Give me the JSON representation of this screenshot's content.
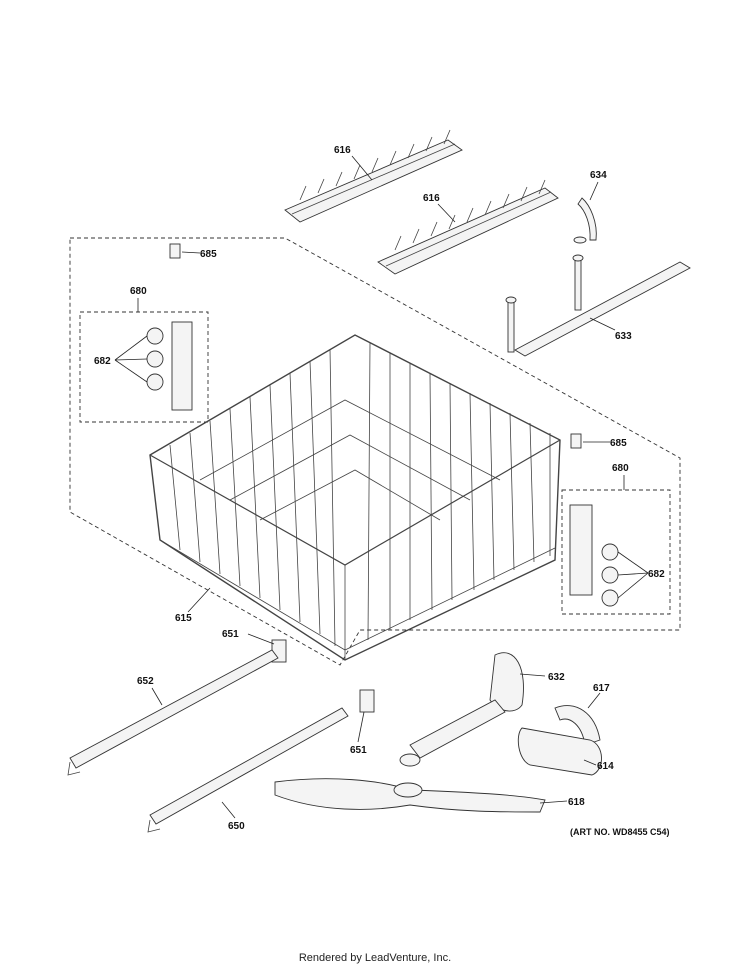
{
  "diagram": {
    "labels": {
      "p616a": "616",
      "p616b": "616",
      "p634": "634",
      "p633": "633",
      "p685a": "685",
      "p680a": "680",
      "p682a": "682",
      "p685b": "685",
      "p680b": "680",
      "p682b": "682",
      "p615": "615",
      "p651a": "651",
      "p652": "652",
      "p632": "632",
      "p617": "617",
      "p651b": "651",
      "p614": "614",
      "p618": "618",
      "p650": "650"
    },
    "art_number": "(ART NO. WD8455 C54)"
  },
  "footer": "Rendered by LeadVenture, Inc."
}
